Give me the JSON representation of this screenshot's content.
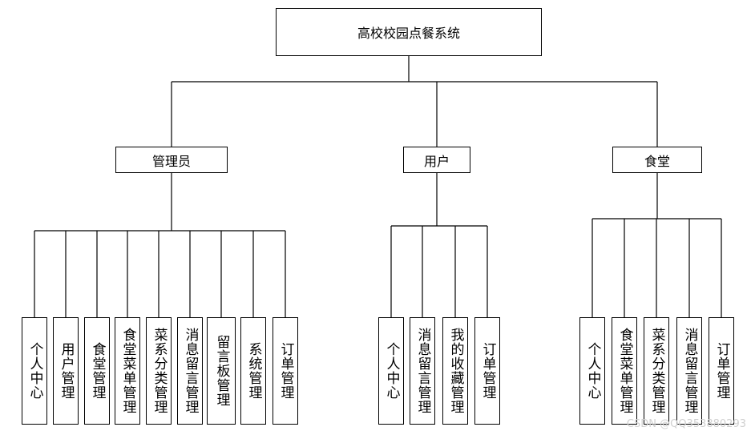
{
  "root": {
    "label": "高校校园点餐系统"
  },
  "roles": [
    {
      "label": "管理员",
      "modules": [
        "个人中心",
        "用户管理",
        "食堂管理",
        "食堂菜单管理",
        "菜系分类管理",
        "消息留言管理",
        "留言板管理",
        "系统管理",
        "订单管理"
      ]
    },
    {
      "label": "用户",
      "modules": [
        "个人中心",
        "消息留言管理",
        "我的收藏管理",
        "订单管理"
      ]
    },
    {
      "label": "食堂",
      "modules": [
        "个人中心",
        "食堂菜单管理",
        "菜系分类管理",
        "消息留言管理",
        "订单管理"
      ]
    }
  ],
  "watermark": "CSDN @QQ353880293"
}
